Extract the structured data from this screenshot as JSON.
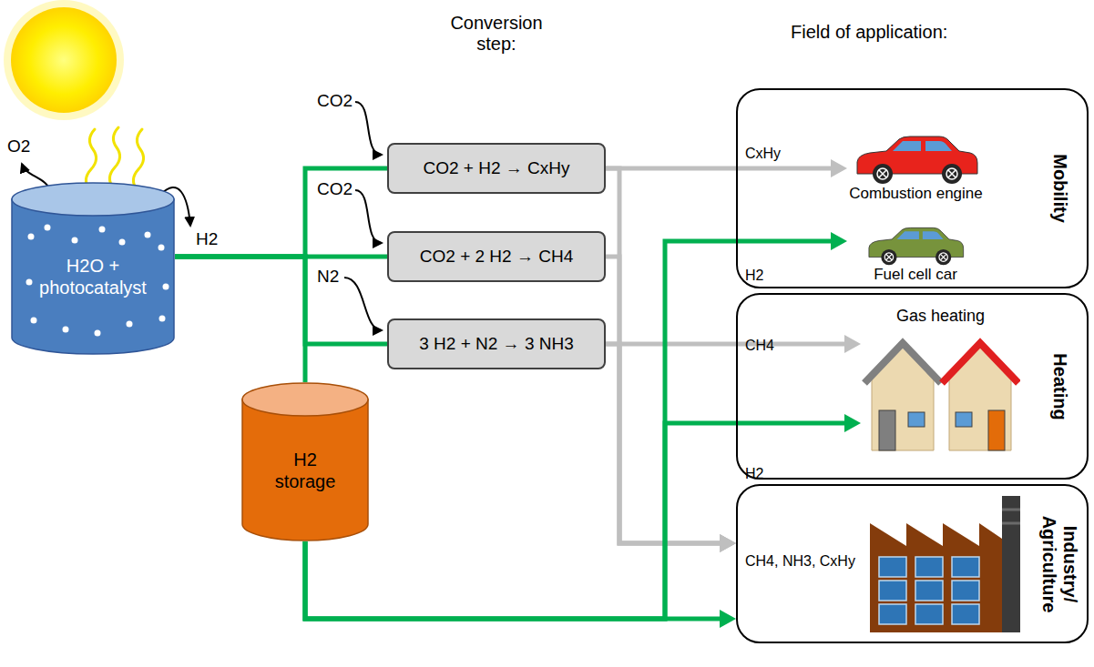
{
  "diagram": {
    "nodes": [
      {
        "text": [
          "H2O + photocatalyst"
        ]
      },
      {
        "text": [
          "CO2 + H2 → CxHy"
        ]
      },
      {
        "text": [
          "CO2 + 2 H2 → CH4"
        ]
      },
      {
        "text": [
          "3 H2 + N2 → 3 NH3"
        ]
      },
      {
        "text": [
          "H2 storage"
        ]
      },
      {
        "text": [
          "Mobility"
        ]
      },
      {
        "text": [
          "Combustion engine"
        ],
        "in": 5
      },
      {
        "text": [
          "Fuel cell car"
        ],
        "in": 5
      },
      {
        "text": [
          "Heating"
        ]
      },
      {
        "text": [
          "Gas heating"
        ],
        "in": 8
      },
      {
        "text": [
          "Industry/ Agriculture"
        ]
      }
    ],
    "edges": [
      {
        "from": 0,
        "to": 1,
        "arrow": "none"
      },
      {
        "from": 0,
        "to": 2,
        "arrow": "none"
      },
      {
        "from": 0,
        "to": 3,
        "arrow": "none"
      },
      {
        "from": 0,
        "to": 4,
        "arrow": "none"
      },
      {
        "from": 1,
        "to": 6,
        "label": "CxHy",
        "arrow": "to"
      },
      {
        "from": 4,
        "to": 7,
        "label": "H2",
        "arrow": "to"
      },
      {
        "from": 3,
        "to": 9,
        "label": "CH4",
        "arrow": "to"
      },
      {
        "from": 4,
        "to": 9,
        "label": "H2",
        "arrow": "to"
      },
      {
        "from": 1,
        "to": 10,
        "arrow": "to"
      },
      {
        "from": 2,
        "to": 10,
        "arrow": "to"
      },
      {
        "from": 3,
        "to": 10,
        "label": "CH4, NH3, CxHy",
        "arrow": "to"
      },
      {
        "from": 4,
        "to": 10,
        "label": "H2",
        "arrow": "to"
      }
    ],
    "labels": [
      "Conversion step:",
      "Field of application:",
      "O2",
      "H2",
      "CO2",
      "CO2",
      "N2"
    ]
  }
}
